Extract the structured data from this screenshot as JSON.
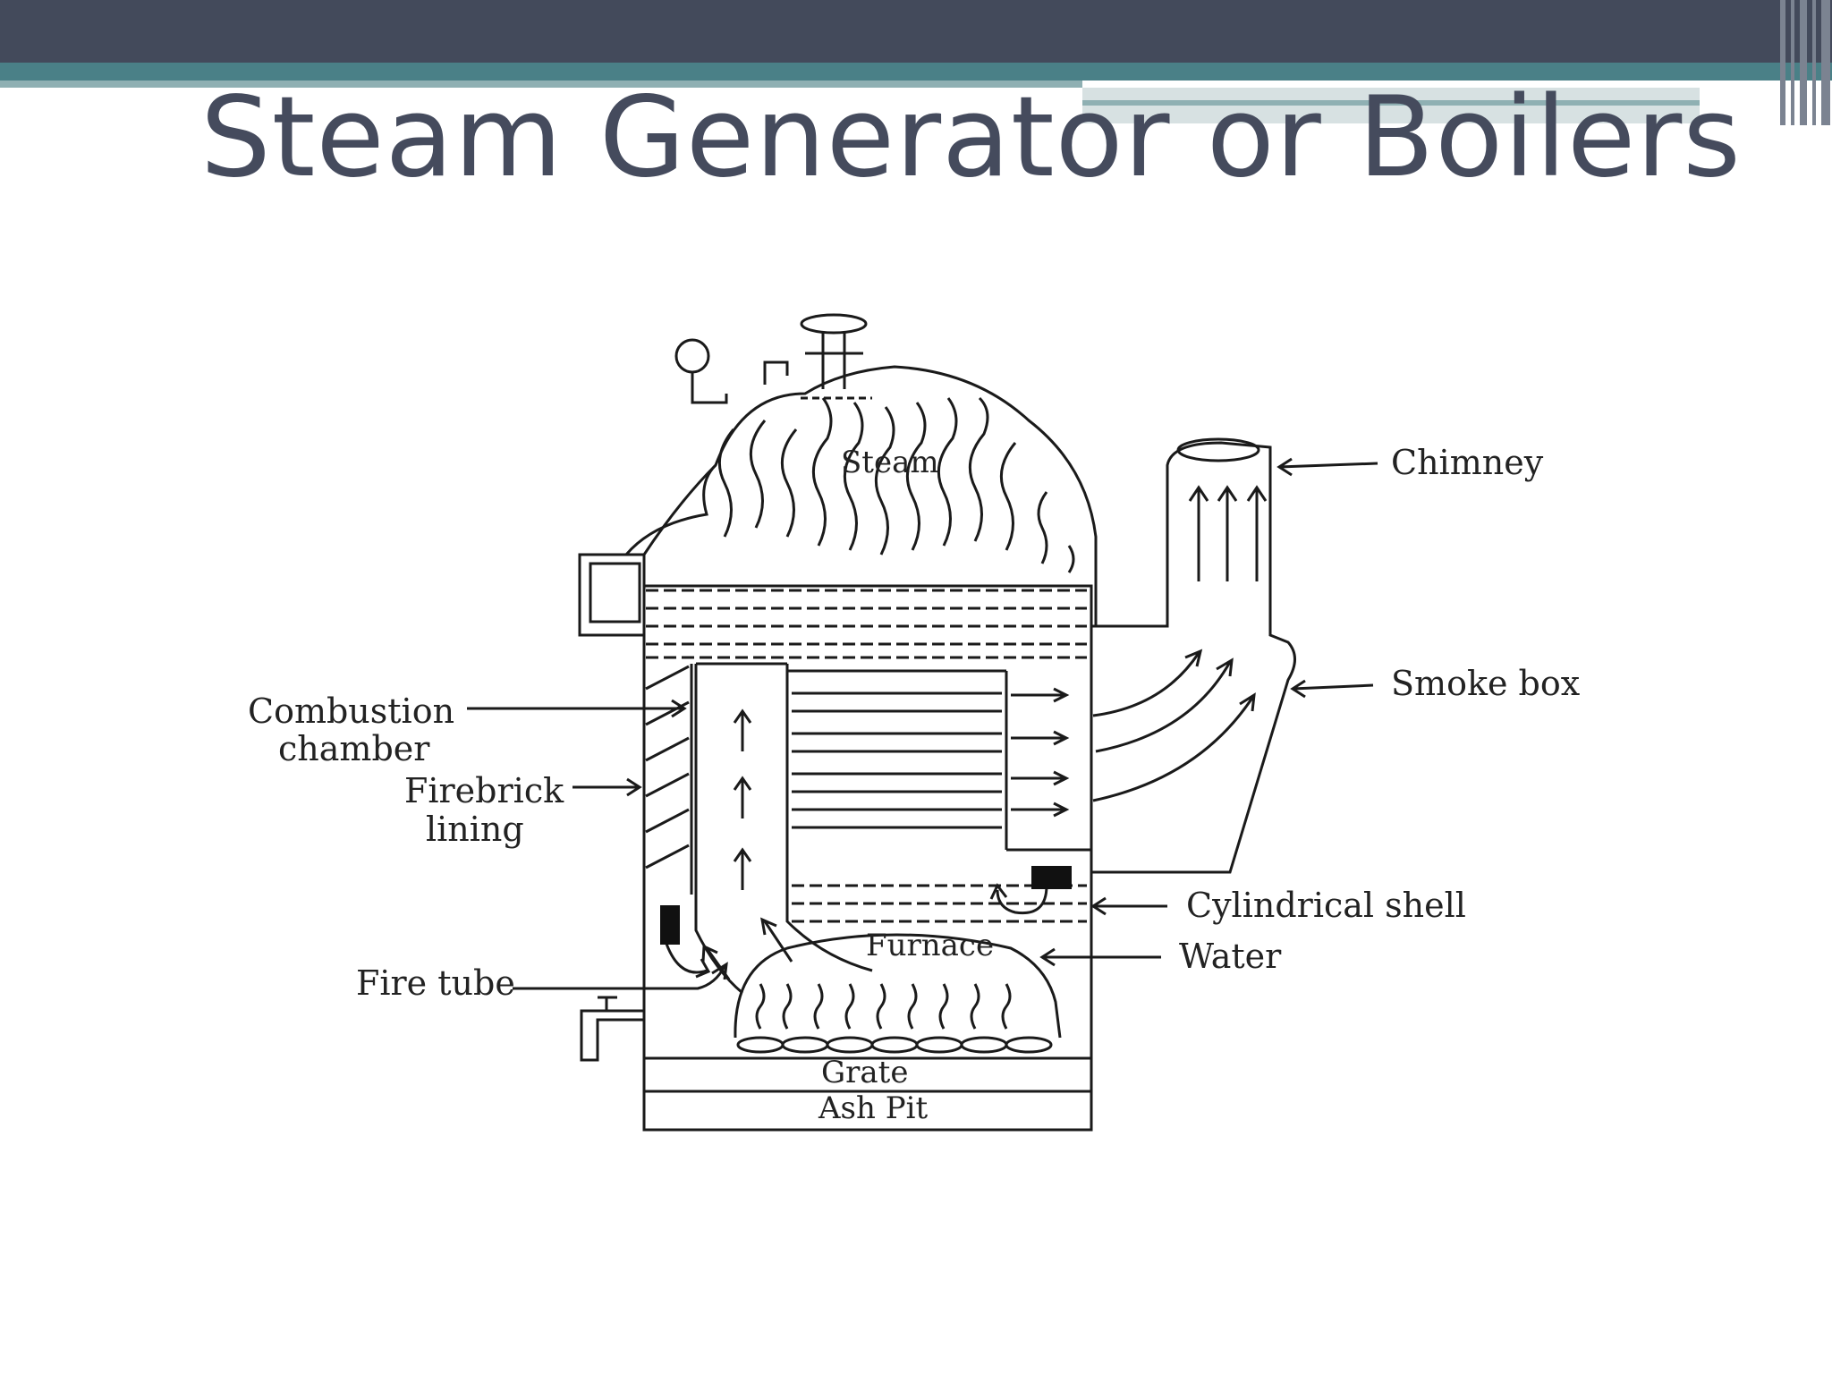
{
  "slide": {
    "title": "Steam Generator or Boilers"
  },
  "diagram": {
    "labels": {
      "chimney": "Chimney",
      "smoke_box": "Smoke box",
      "combustion_line1": "Combustion",
      "combustion_line2": "chamber",
      "firebrick_line1": "Firebrick",
      "firebrick_line2": "lining",
      "cylindrical_shell": "Cylindrical shell",
      "water": "Water",
      "fire_tube": "Fire tube",
      "steam": "Steam",
      "furnace": "Furnace",
      "grate": "Grate",
      "ash_pit": "Ash Pit"
    }
  }
}
